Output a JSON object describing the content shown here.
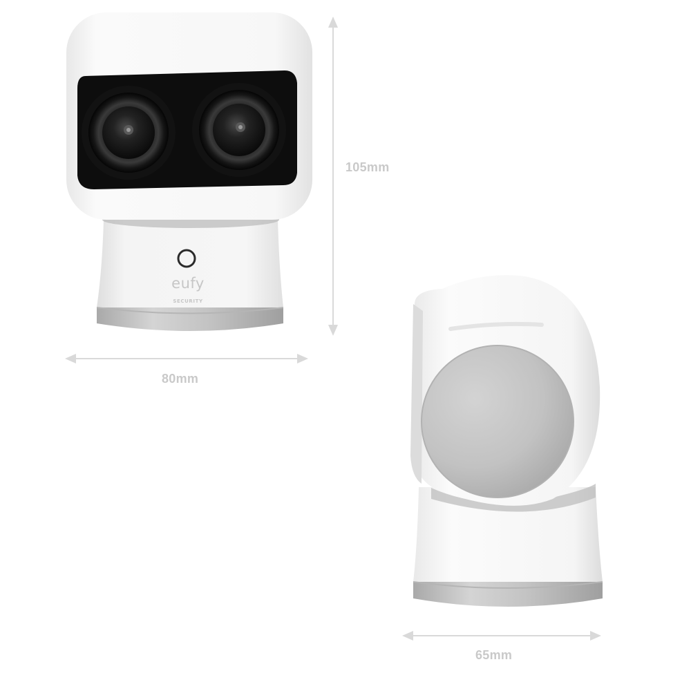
{
  "dimensions": {
    "height_label": "105mm",
    "width_front_label": "80mm",
    "width_side_label": "65mm"
  },
  "brand": {
    "logo_main": "eufy",
    "logo_sub": "SECURITY"
  },
  "colors": {
    "body_white": "#f7f7f7",
    "lens_panel": "#0e0e0e",
    "base_silver": "#c4c4c4",
    "dimension_text": "#c9c9c9",
    "dimension_arrow": "#d9d9d9"
  },
  "icons": [
    "front-camera-image",
    "side-camera-image",
    "power-ring-icon"
  ]
}
